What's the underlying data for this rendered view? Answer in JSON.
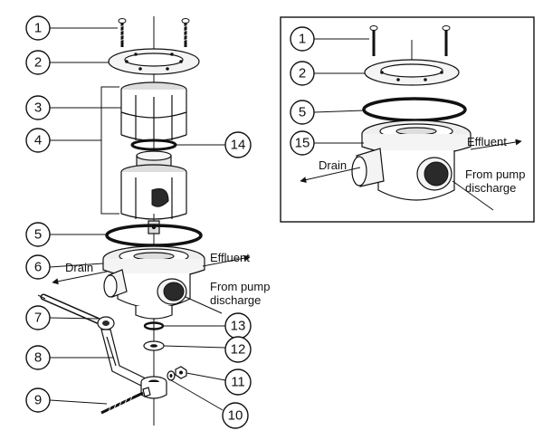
{
  "callouts_main": [
    "1",
    "2",
    "3",
    "4",
    "14",
    "5",
    "6",
    "7",
    "13",
    "8",
    "12",
    "11",
    "9",
    "10"
  ],
  "callouts_inset": [
    "1",
    "2",
    "5",
    "15"
  ],
  "labels": {
    "effluent": "Effluent",
    "drain": "Drain",
    "from_pump_line1": "From pump",
    "from_pump_line2": "discharge"
  },
  "colors": {
    "line": "#111111",
    "fill_light": "#f4f4f4",
    "fill_mid": "#bdbdbd",
    "fill_dark": "#2a2a2a"
  }
}
